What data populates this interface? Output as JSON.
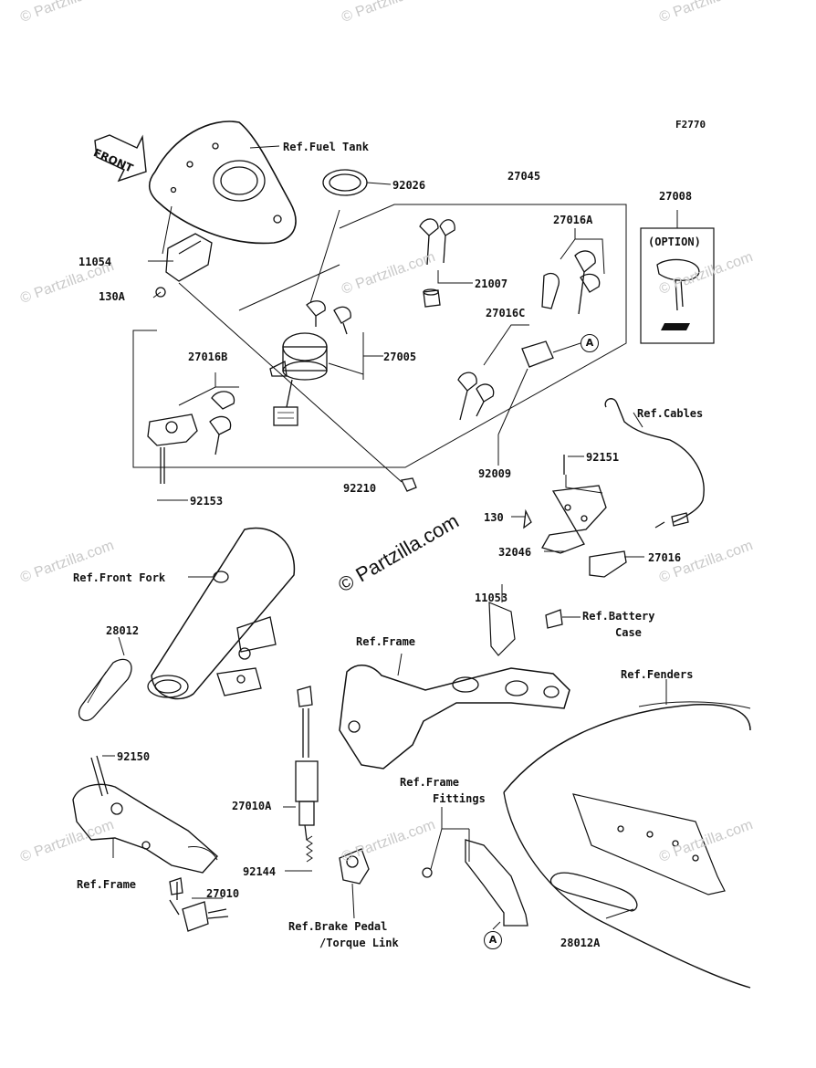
{
  "figure_code": "F2770",
  "front_label": "FRONT",
  "option_label": "(OPTION)",
  "watermarks": {
    "small": "© Partzilla.com",
    "center": "© Partzilla.com"
  },
  "callouts": [
    {
      "key": "ref_fuel_tank",
      "text": "Ref.Fuel Tank"
    },
    {
      "key": "p92026",
      "text": "92026"
    },
    {
      "key": "p27045",
      "text": "27045"
    },
    {
      "key": "p27008",
      "text": "27008"
    },
    {
      "key": "p27016A",
      "text": "27016A"
    },
    {
      "key": "p11054",
      "text": "11054"
    },
    {
      "key": "p130A",
      "text": "130A"
    },
    {
      "key": "p21007",
      "text": "21007"
    },
    {
      "key": "p27016C",
      "text": "27016C"
    },
    {
      "key": "p27016B",
      "text": "27016B"
    },
    {
      "key": "p27005",
      "text": "27005"
    },
    {
      "key": "ref_cables",
      "text": "Ref.Cables"
    },
    {
      "key": "p92153",
      "text": "92153"
    },
    {
      "key": "p92210",
      "text": "92210"
    },
    {
      "key": "p92009",
      "text": "92009"
    },
    {
      "key": "p92151",
      "text": "92151"
    },
    {
      "key": "p130",
      "text": "130"
    },
    {
      "key": "p32046",
      "text": "32046"
    },
    {
      "key": "p27016",
      "text": "27016"
    },
    {
      "key": "p11053",
      "text": "11053"
    },
    {
      "key": "ref_front_fork",
      "text": "Ref.Front Fork"
    },
    {
      "key": "ref_battery_case_1",
      "text": "Ref.Battery"
    },
    {
      "key": "ref_battery_case_2",
      "text": "Case"
    },
    {
      "key": "p28012",
      "text": "28012"
    },
    {
      "key": "ref_frame_top",
      "text": "Ref.Frame"
    },
    {
      "key": "ref_fenders",
      "text": "Ref.Fenders"
    },
    {
      "key": "p92150",
      "text": "92150"
    },
    {
      "key": "ref_frame_fittings_1",
      "text": "Ref.Frame"
    },
    {
      "key": "ref_frame_fittings_2",
      "text": "Fittings"
    },
    {
      "key": "p27010A",
      "text": "27010A"
    },
    {
      "key": "p92144",
      "text": "92144"
    },
    {
      "key": "ref_frame_bottom",
      "text": "Ref.Frame"
    },
    {
      "key": "p27010",
      "text": "27010"
    },
    {
      "key": "ref_brake_pedal_1",
      "text": "Ref.Brake Pedal"
    },
    {
      "key": "ref_brake_pedal_2",
      "text": "/Torque Link"
    },
    {
      "key": "p28012A",
      "text": "28012A"
    }
  ],
  "markers": [
    {
      "key": "marker_a_top",
      "text": "A"
    },
    {
      "key": "marker_a_bottom",
      "text": "A"
    }
  ]
}
